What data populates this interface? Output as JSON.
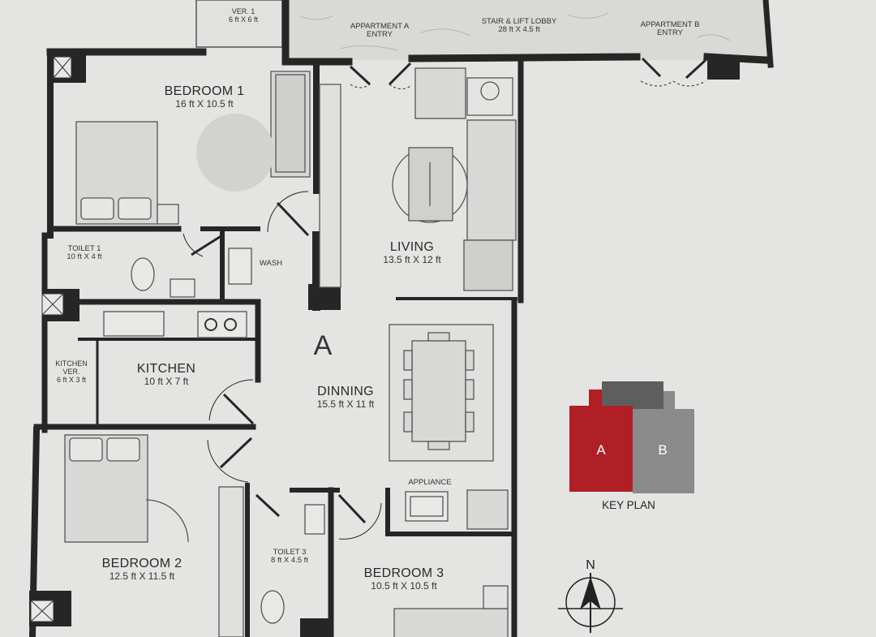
{
  "unit": "A",
  "rooms": {
    "bedroom1": {
      "name": "BEDROOM 1",
      "size": "16 ft X 10.5 ft"
    },
    "living": {
      "name": "LIVING",
      "size": "13.5 ft X 12 ft"
    },
    "dinning": {
      "name": "DINNING",
      "size": "15.5 ft X 11 ft"
    },
    "kitchen": {
      "name": "KITCHEN",
      "size": "10 ft X 7 ft"
    },
    "kitchen_ver": {
      "name": "KITCHEN VER.",
      "size": "6 ft X 3 ft"
    },
    "toilet1": {
      "name": "TOILET 1",
      "size": "10 ft X 4 ft"
    },
    "bedroom2": {
      "name": "BEDROOM 2",
      "size": "12.5 ft X 11.5 ft"
    },
    "toilet3": {
      "name": "TOILET 3",
      "size": "8 ft X 4.5 ft"
    },
    "bedroom3": {
      "name": "BEDROOM 3",
      "size": "10.5 ft X 10.5 ft"
    },
    "ver1": {
      "name": "VER. 1",
      "size": "6 ft X 6 ft"
    }
  },
  "labels": {
    "wash": "WASH",
    "appliance": "APPLIANCE",
    "apartment_a_entry": [
      "APPARTMENT A",
      "ENTRY"
    ],
    "apartment_b_entry": [
      "APPARTMENT B",
      "ENTRY"
    ],
    "lobby": {
      "name": "STAIR & LIFT LOBBY",
      "size": "28 ft X 4.5 ft"
    }
  },
  "key_plan": {
    "title": "KEY PLAN",
    "unit_a": "A",
    "unit_b": "B",
    "color_a": "#b01e26",
    "color_b": "#8a8a8a",
    "color_core": "#5e5e5e"
  },
  "north_label": "N"
}
